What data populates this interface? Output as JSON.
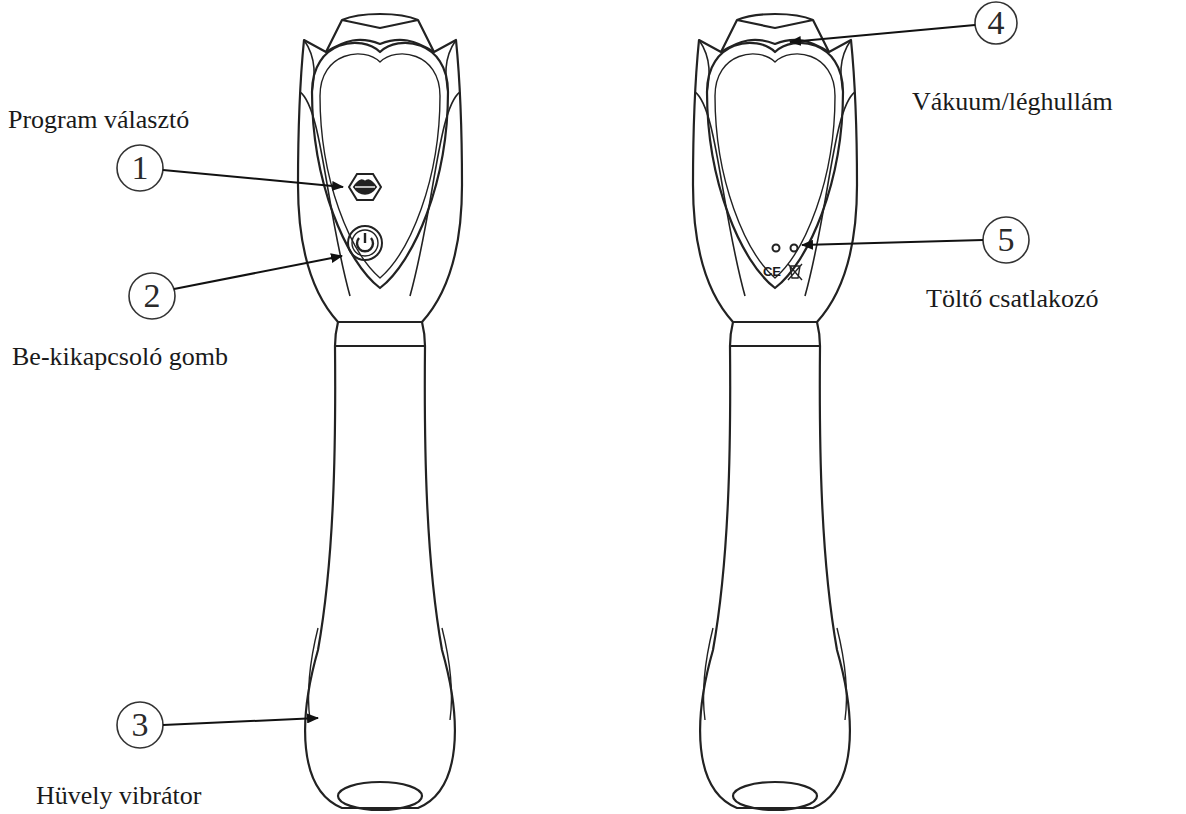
{
  "diagram": {
    "labels": [
      "Program választó",
      "1",
      "2",
      "Be-kikapcsoló gomb",
      "3",
      "Hüvely vibrátor",
      "4",
      "Vákuum/léghullám",
      "5",
      "Töltő csatlakozó",
      "CE"
    ]
  }
}
